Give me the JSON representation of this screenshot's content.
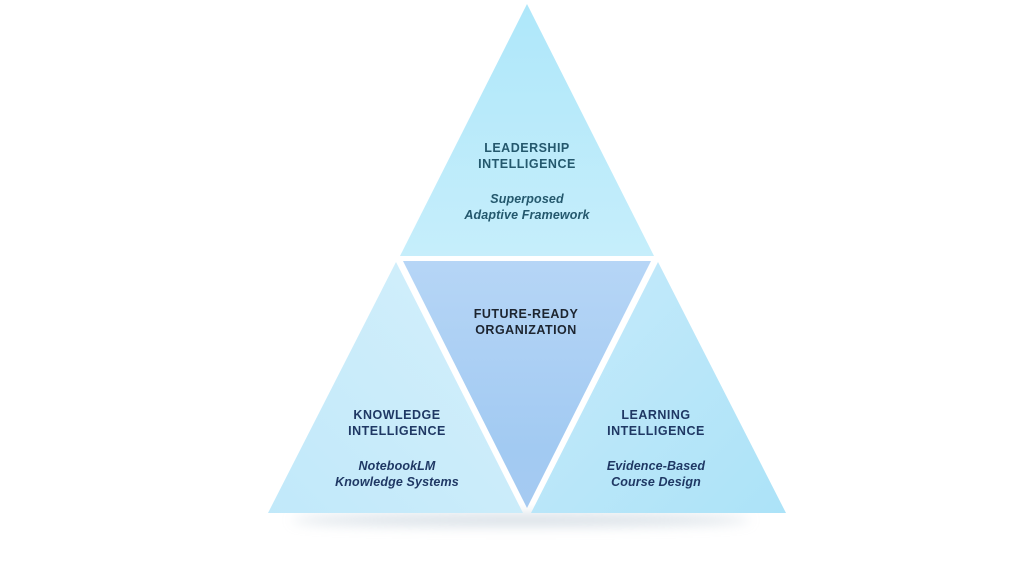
{
  "canvas": {
    "background": "#ffffff",
    "diagram_type": "pyramid-triforce"
  },
  "colors": {
    "top_triangle_apex": "#aee7fa",
    "top_triangle_base": "#e9f7fd",
    "center_triangle_top": "#dcecfb",
    "center_triangle_bottom": "#a2caf2",
    "left_triangle_deep": "#b4e4f8",
    "left_triangle_pale": "#eaf7fd",
    "right_triangle_deep": "#9cdef6",
    "right_triangle_pale": "#eaf7fd",
    "title_teal": "#24586d",
    "title_navy": "#1f3864",
    "title_darknavy": "#1d2530"
  },
  "sections": {
    "leadership": {
      "title": "LEADERSHIP\nINTELLIGENCE",
      "subtitle": "Superposed\nAdaptive Framework"
    },
    "center": {
      "title": "FUTURE-READY\nORGANIZATION"
    },
    "knowledge": {
      "title": "KNOWLEDGE\nINTELLIGENCE",
      "subtitle": "NotebookLM\nKnowledge Systems"
    },
    "learning": {
      "title": "LEARNING\nINTELLIGENCE",
      "subtitle": "Evidence-Based\nCourse Design"
    }
  }
}
